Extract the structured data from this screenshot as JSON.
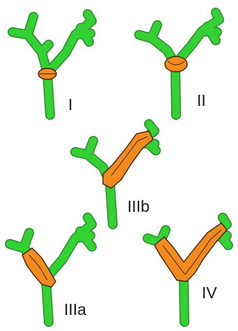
{
  "colors": {
    "duct": "#33d133",
    "duct_outline": "#2a8a2a",
    "tumor": "#f28a1e",
    "tumor_outline": "#3a1f05"
  },
  "labels": {
    "type_1": "I",
    "type_2": "II",
    "type_3b": "IIIb",
    "type_3a": "IIIa",
    "type_4": "IV"
  }
}
